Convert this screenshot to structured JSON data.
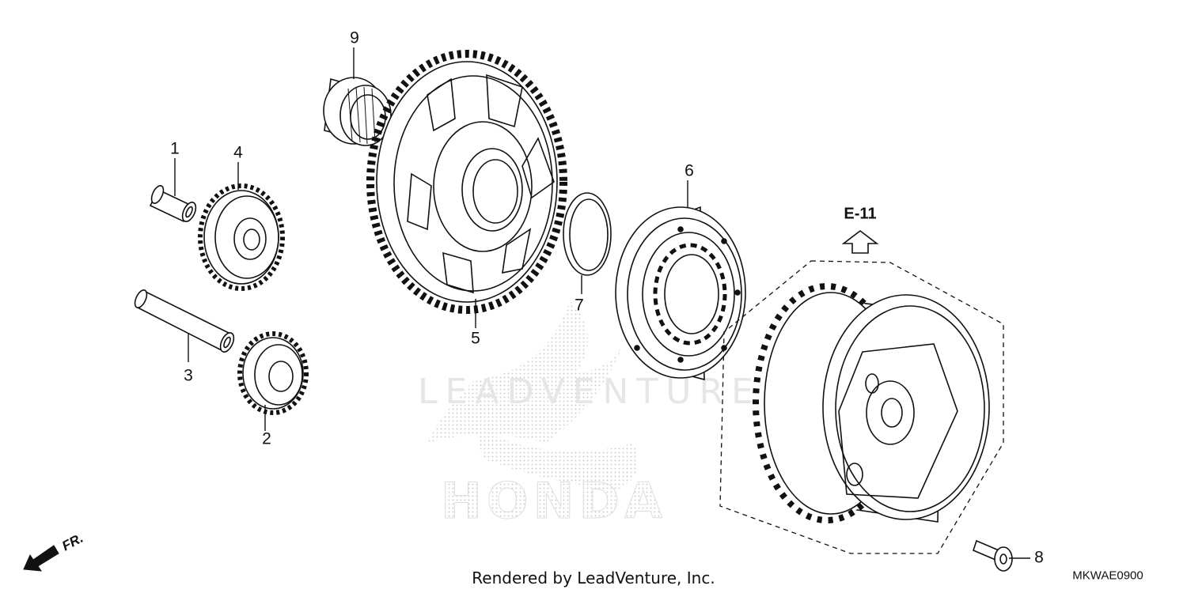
{
  "diagram": {
    "callouts": [
      "1",
      "2",
      "3",
      "4",
      "5",
      "6",
      "7",
      "8",
      "9"
    ],
    "reference_label": "E-11",
    "direction_label": "FR.",
    "footer_credit": "Rendered by LeadVenture, Inc.",
    "diagram_code": "MKWAE0900",
    "watermark_brand": "HONDA",
    "watermark_text": "LEADVENTURE"
  },
  "colors": {
    "ink": "#111111",
    "watermark": "#d9d9d9",
    "background": "#ffffff"
  }
}
